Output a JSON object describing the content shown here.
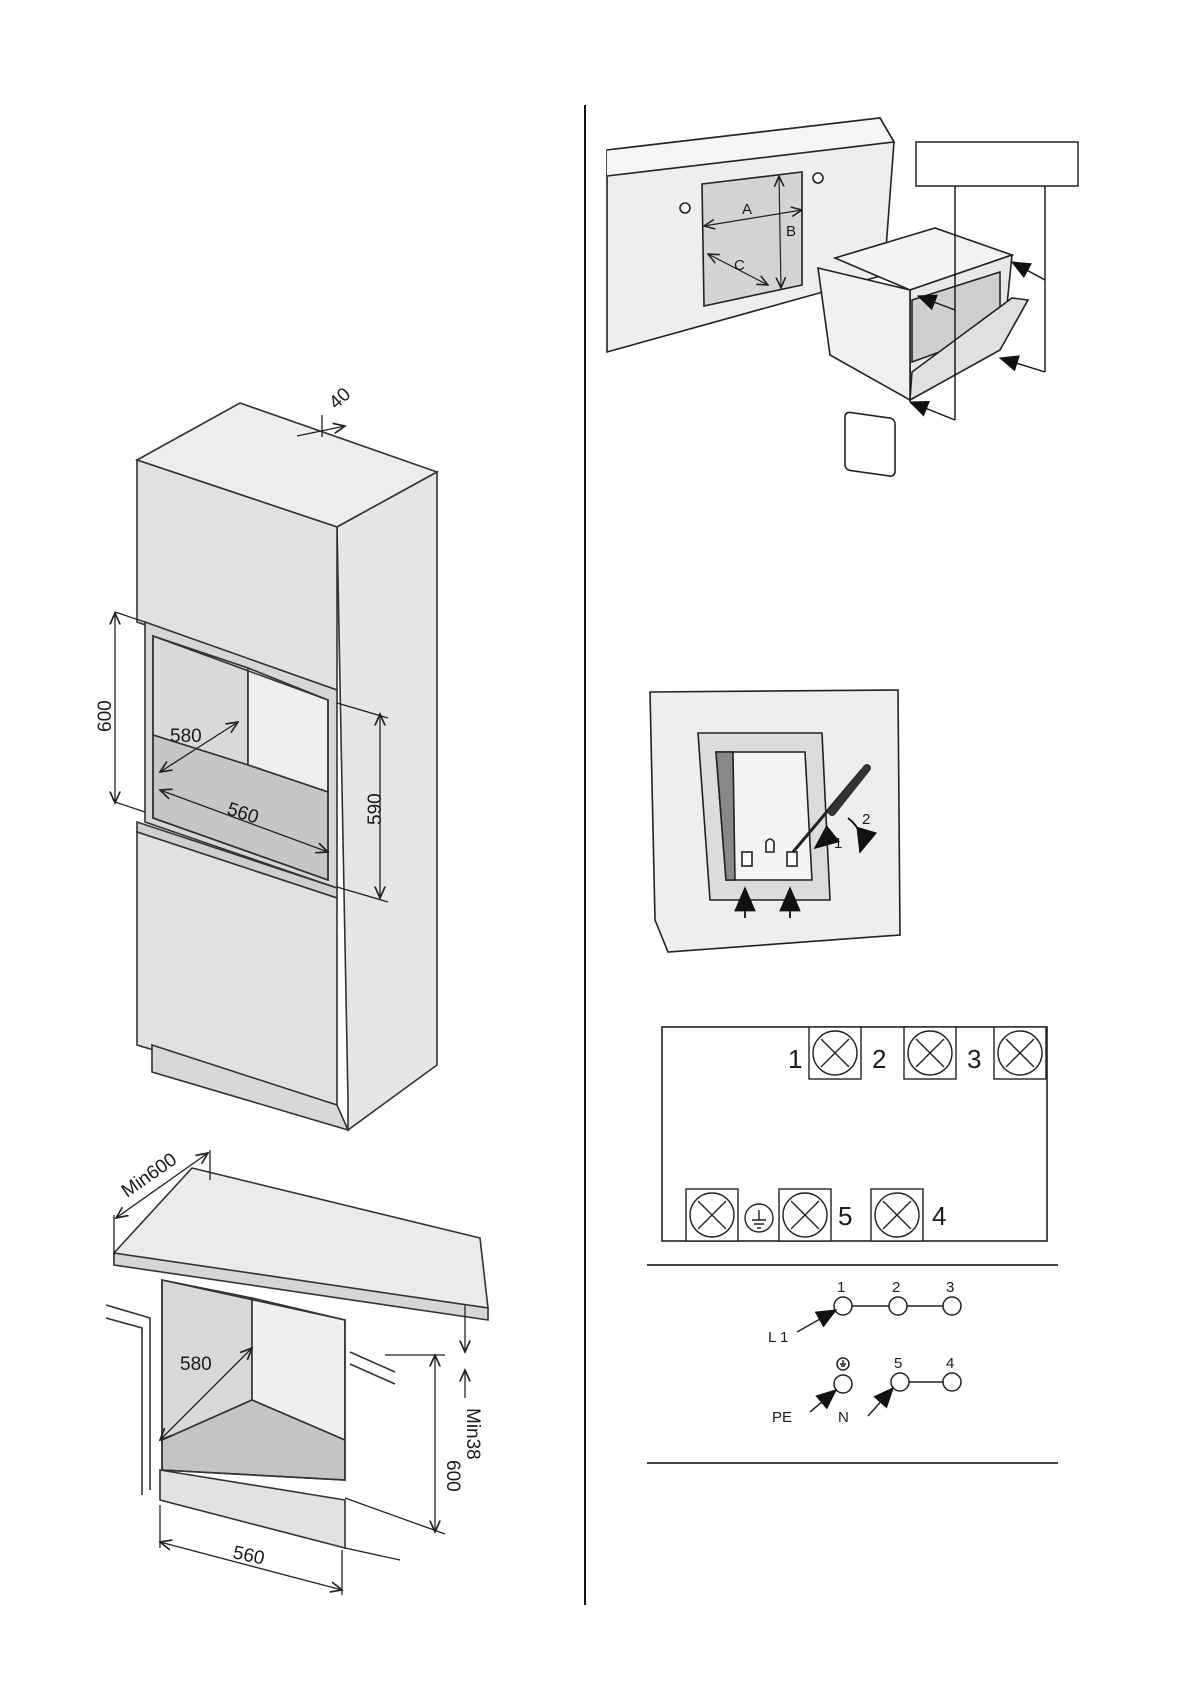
{
  "tall_cabinet": {
    "dim_top_gap": "40",
    "dim_height": "600",
    "dim_depth": "580",
    "dim_width": "560",
    "dim_oven_height": "590"
  },
  "under_counter": {
    "dim_counter_depth": "Min600",
    "dim_depth": "580",
    "dim_height": "600",
    "dim_thickness": "Min38",
    "dim_width": "560"
  },
  "niche": {
    "label_a": "A",
    "label_b": "B",
    "label_c": "C"
  },
  "terminal_box": {
    "num_1": "1",
    "num_2": "2",
    "num_3": "3",
    "num_4": "4",
    "num_5": "5"
  },
  "wiring": {
    "n1": "1",
    "n2": "2",
    "n3": "3",
    "n5": "5",
    "n4": "4",
    "l1": "L 1",
    "pe": "PE",
    "n": "N"
  },
  "screwdriver": {
    "step_1": "1",
    "step_2": "2"
  }
}
